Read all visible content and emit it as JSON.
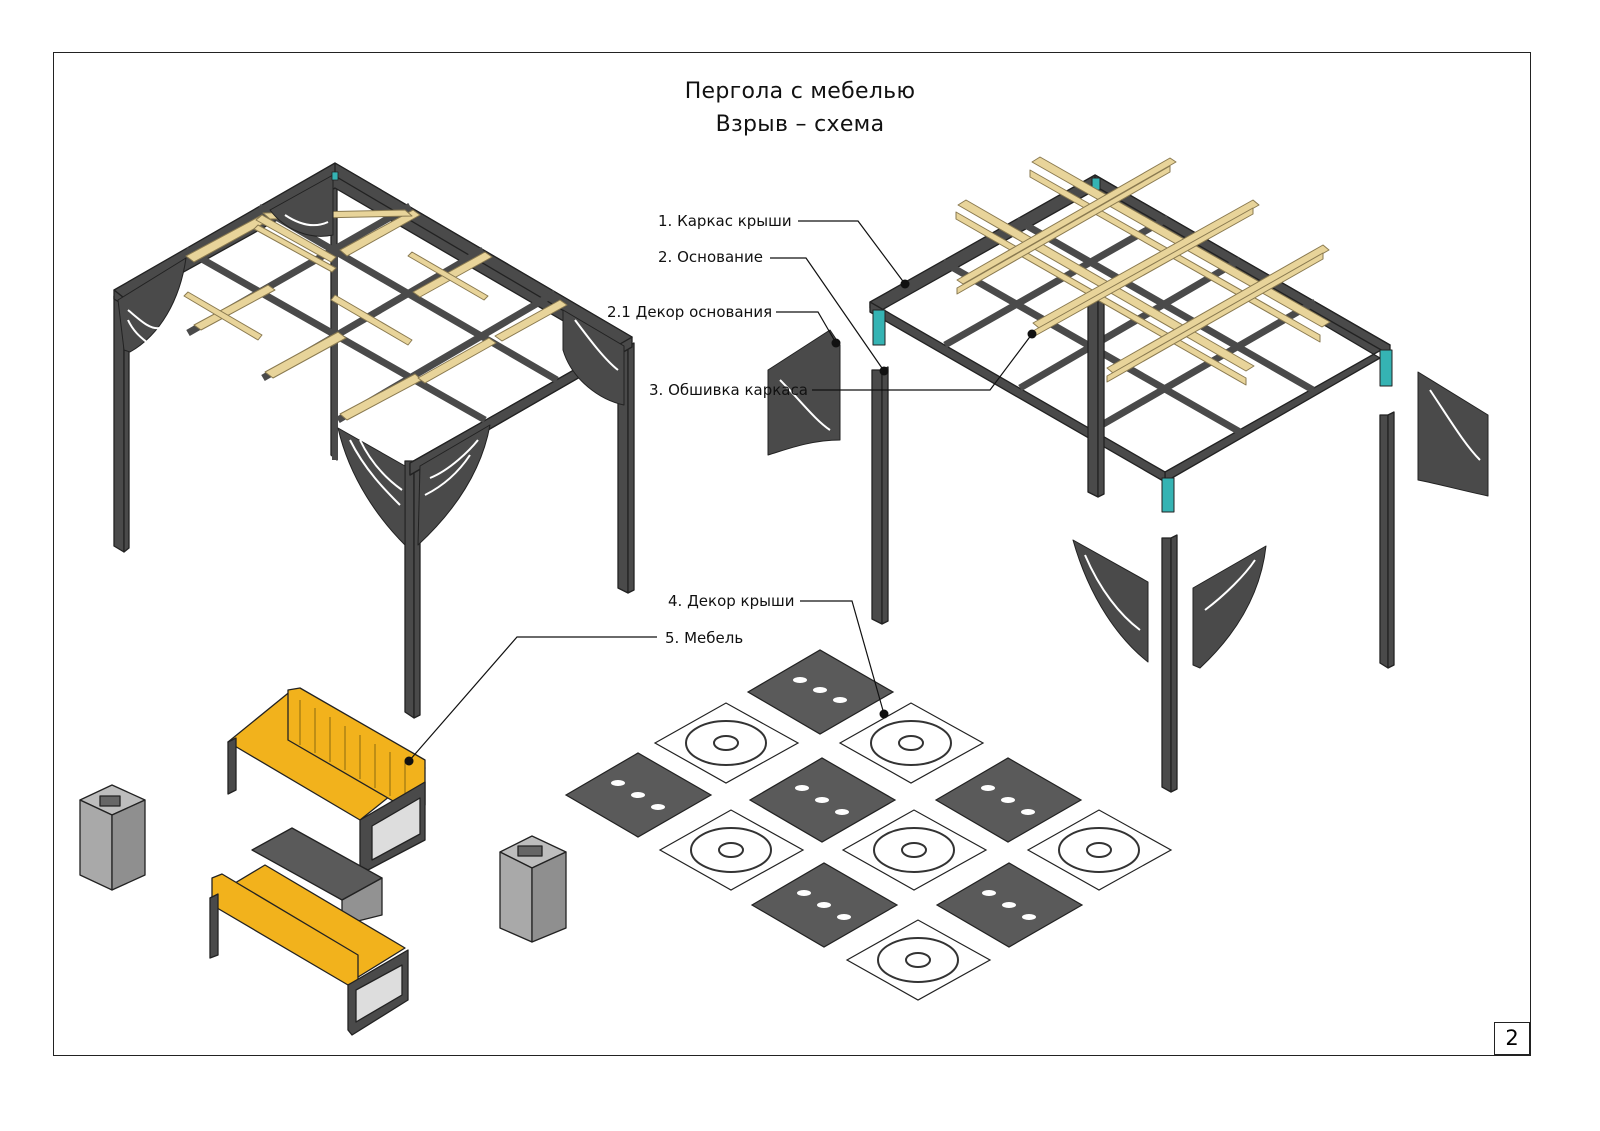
{
  "title": {
    "line1": "Пергола с мебелью",
    "line2": "Взрыв – схема"
  },
  "callouts": [
    {
      "id": "roof-frame",
      "label": "1. Каркас крыши"
    },
    {
      "id": "base",
      "label": "2. Основание"
    },
    {
      "id": "base-decor",
      "label": "2.1 Декор основания"
    },
    {
      "id": "frame-cladding",
      "label": "3. Обшивка каркаса"
    },
    {
      "id": "roof-decor",
      "label": "4. Декор крыши"
    },
    {
      "id": "furniture",
      "label": "5. Мебель"
    }
  ],
  "page_number": "2",
  "colors": {
    "steel": "#4a4a4a",
    "steel_dark": "#2f2f2f",
    "timber": "#e8d49a",
    "seat_yellow": "#f2b21c",
    "connector_teal": "#35b3b3",
    "bin_grey": "#a9a9a9",
    "line": "#111111"
  }
}
